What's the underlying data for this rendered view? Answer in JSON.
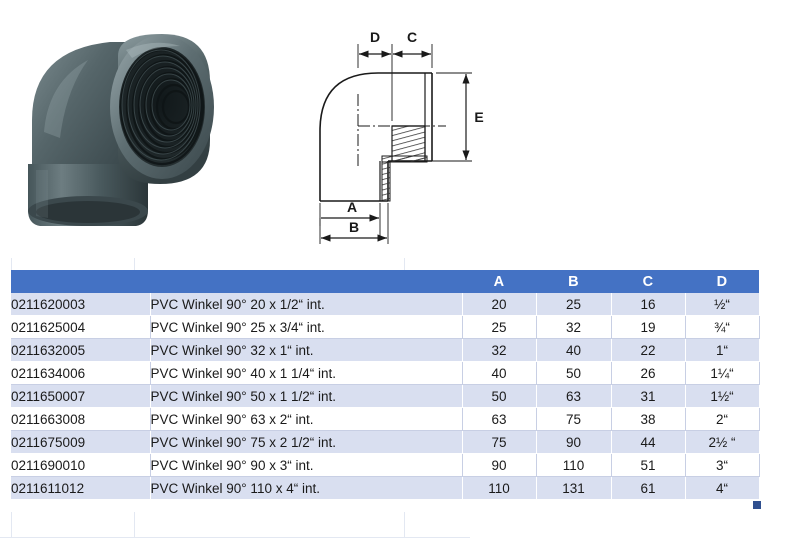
{
  "photo": {
    "alt": "PVC Winkel 90 Grad Fitting dunkelgrau mit Innengewinde",
    "body_color": "#4a5a5e",
    "body_color_dark": "#313e42",
    "body_color_light": "#6e7e82",
    "thread_color": "#22292b"
  },
  "drawing": {
    "labels": {
      "a": "A",
      "b": "B",
      "c": "C",
      "d": "D",
      "e": "E"
    },
    "line_color": "#1a1a1a",
    "hatch_color": "#4d4d4d"
  },
  "table": {
    "header_color": "#4472C4",
    "row_alt_color": "#D9DFF0",
    "columns": [
      {
        "key": "art",
        "label": ""
      },
      {
        "key": "desc",
        "label": ""
      },
      {
        "key": "a",
        "label": "A"
      },
      {
        "key": "b",
        "label": "B"
      },
      {
        "key": "c",
        "label": "C"
      },
      {
        "key": "d",
        "label": "D"
      }
    ],
    "rows": [
      {
        "art": "0211620003",
        "desc": "PVC Winkel 90° 20 x 1/2“ int.",
        "a": "20",
        "b": "25",
        "c": "16",
        "d": "½“"
      },
      {
        "art": "0211625004",
        "desc": "PVC Winkel 90° 25 x 3/4“ int.",
        "a": "25",
        "b": "32",
        "c": "19",
        "d": "¾“"
      },
      {
        "art": "0211632005",
        "desc": "PVC Winkel 90° 32 x 1“ int.",
        "a": "32",
        "b": "40",
        "c": "22",
        "d": "1“"
      },
      {
        "art": "0211634006",
        "desc": "PVC Winkel 90° 40 x 1 1/4“ int.",
        "a": "40",
        "b": "50",
        "c": "26",
        "d": "1¼“"
      },
      {
        "art": "0211650007",
        "desc": "PVC Winkel 90° 50 x 1 1/2“ int.",
        "a": "50",
        "b": "63",
        "c": "31",
        "d": "1½“"
      },
      {
        "art": "0211663008",
        "desc": "PVC Winkel 90° 63 x 2“ int.",
        "a": "63",
        "b": "75",
        "c": "38",
        "d": "2“"
      },
      {
        "art": "0211675009",
        "desc": "PVC Winkel 90° 75 x 2 1/2“ int.",
        "a": "75",
        "b": "90",
        "c": "44",
        "d": "2½ “"
      },
      {
        "art": "0211690010",
        "desc": "PVC Winkel 90° 90 x 3“ int.",
        "a": "90",
        "b": "110",
        "c": "51",
        "d": "3“"
      },
      {
        "art": "0211611012",
        "desc": "PVC Winkel 90° 110 x 4“ int.",
        "a": "110",
        "b": "131",
        "c": "61",
        "d": "4“"
      }
    ]
  }
}
